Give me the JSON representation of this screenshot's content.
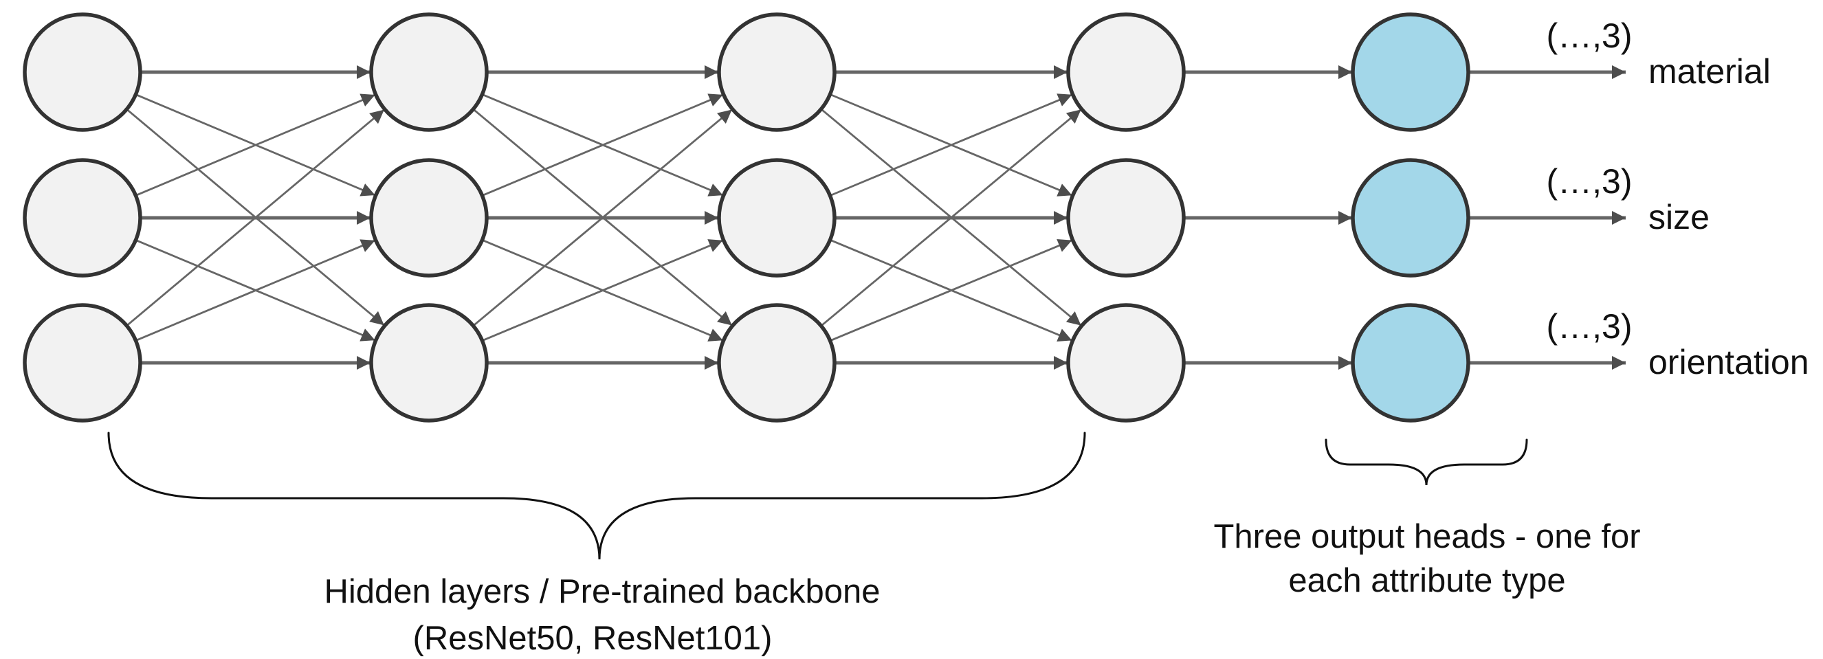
{
  "diagram": {
    "background": "#ffffff",
    "network": {
      "hidden_layers": 4,
      "nodes_per_layer": 3,
      "output_heads": 3,
      "colors": {
        "hidden_fill": "#f2f2f2",
        "output_fill": "#a3d7e9",
        "node_stroke": "#333333",
        "edge": "#666666",
        "arrowhead": "#4d4d4d",
        "brace": "#111111",
        "text": "#111111"
      }
    },
    "outputs": [
      {
        "shape": "(…,3)",
        "label": "material"
      },
      {
        "shape": "(…,3)",
        "label": "size"
      },
      {
        "shape": "(…,3)",
        "label": "orientation"
      }
    ],
    "captions": {
      "backbone": {
        "line1": "Hidden layers / Pre-trained backbone",
        "line2": "(ResNet50, ResNet101)"
      },
      "heads": {
        "line1": "Three output heads - one for",
        "line2": "each attribute type"
      }
    }
  }
}
